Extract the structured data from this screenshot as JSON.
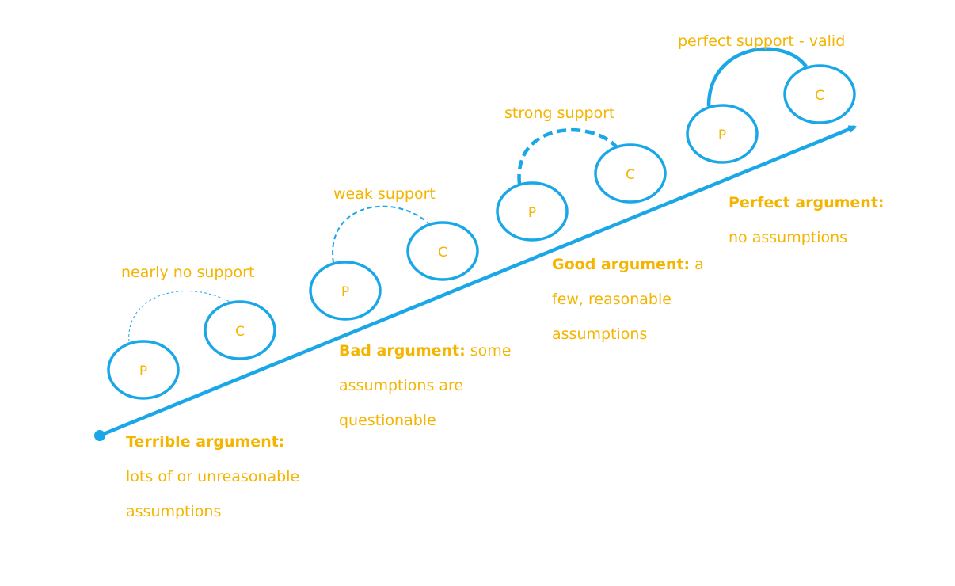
{
  "colors": {
    "accent_blue": "#1AA7E8",
    "label_orange": "#F5B400",
    "background": "#FFFFFF"
  },
  "node_letters": {
    "premise": "P",
    "conclusion": "C"
  },
  "stages": [
    {
      "support_label": "nearly no support",
      "support_line_style": "thin dashed",
      "title": "Terrible argument:",
      "description_lines": [
        "lots of or unreasonable",
        "assumptions"
      ]
    },
    {
      "support_label": "weak support",
      "support_line_style": "dashed",
      "title": "Bad argument:",
      "title_suffix": " some",
      "description_lines": [
        "assumptions are",
        "questionable"
      ]
    },
    {
      "support_label": "strong support",
      "support_line_style": "thick dashed",
      "title": "Good argument:",
      "title_suffix": " a",
      "description_lines": [
        "few, reasonable",
        "assumptions"
      ]
    },
    {
      "support_label": "perfect support - valid",
      "support_line_style": "solid",
      "title": "Perfect argument:",
      "description_lines": [
        "no assumptions"
      ]
    }
  ]
}
